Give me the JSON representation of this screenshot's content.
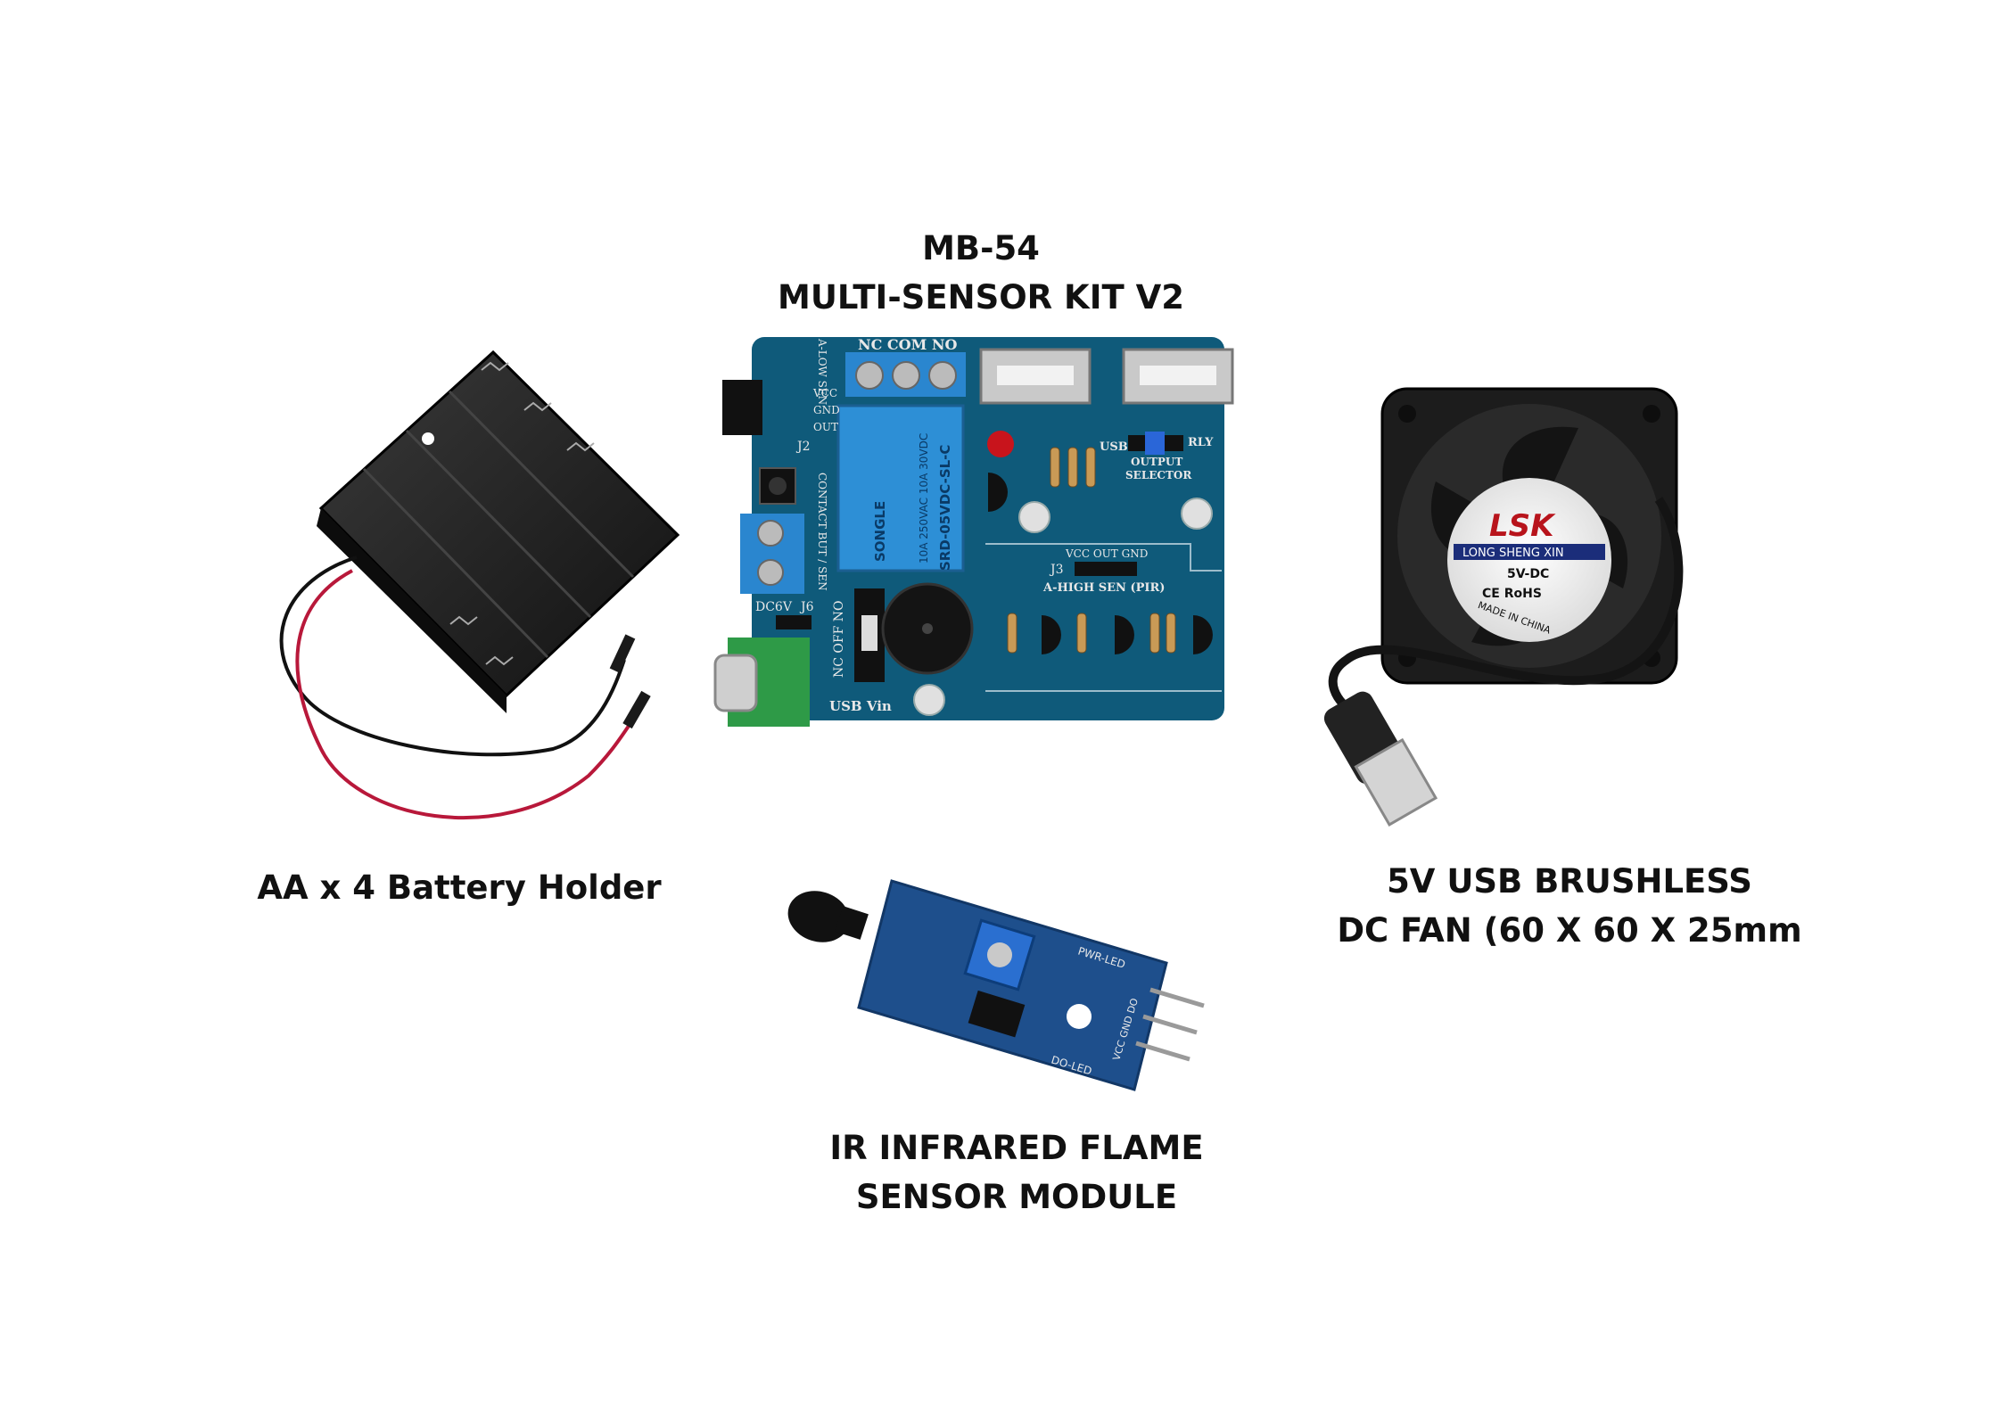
{
  "captions": {
    "kit": {
      "line1": "MB-54",
      "line2": "MULTI-SENSOR KIT V2"
    },
    "battery": {
      "line1": "AA x 4 Battery Holder"
    },
    "fan": {
      "line1": "5V USB BRUSHLESS",
      "line2": "DC FAN (60 X 60 X 25mm"
    },
    "flame": {
      "line1": "IR INFRARED FLAME",
      "line2": "SENSOR MODULE"
    }
  },
  "board_markings": {
    "relay_terminals": "NC COM NO",
    "sensor": "A-LOW SEN",
    "pins": [
      "VCC",
      "GND",
      "OUT"
    ],
    "jumper_j2": "J2",
    "contact": "CONTACT BUT / SEN",
    "output_selector": [
      "USB",
      "RLY",
      "OUTPUT",
      "SELECTOR"
    ],
    "header": "VCC OUT GND",
    "jumper_j3": "J3",
    "pir": "A-HIGH SEN (PIR)",
    "power": "DC6V",
    "jumper_j6": "J6",
    "switch": "NC OFF NO",
    "usb_vin": "USB Vin",
    "relay_brand": "SONGLE",
    "relay_model": "SRD-05VDC-SL-C",
    "relay_rating": "10A 250VAC 10A 30VDC"
  },
  "fan_label": {
    "brand": "LSK",
    "maker": "LONG SHENG XIN",
    "voltage": "5V-DC",
    "marks": "CE RoHS",
    "origin": "MADE IN CHINA"
  },
  "flame_module_label": {
    "pwr_led": "PWR-LED",
    "do_led": "DO-LED",
    "pins": "VCC GND DO"
  },
  "colors": {
    "background": "#ffffff",
    "pcb_main": "#0f5a7a",
    "pcb_flame": "#1e4f8c",
    "relay_blue": "#2d8fd6",
    "terminal_blue": "#2a86cf",
    "battery_black": "#1a1a1a",
    "fan_black": "#1c1c1c",
    "wire_red": "#b8183a",
    "wire_black": "#111111",
    "caption_text": "#111111"
  }
}
